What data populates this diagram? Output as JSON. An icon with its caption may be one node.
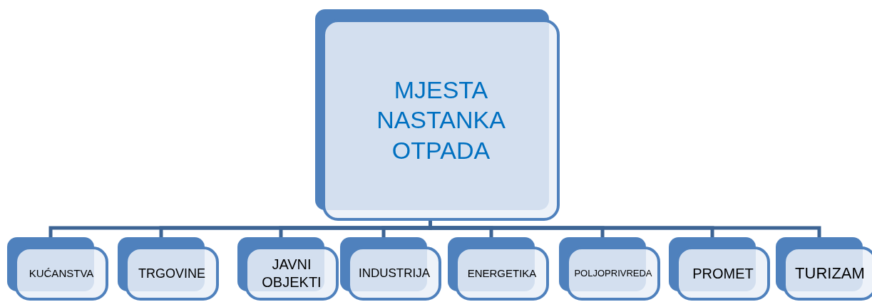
{
  "diagram": {
    "nodes": [
      {
        "text": [
          "MJESTA NASTANKA OTPADA"
        ]
      },
      {
        "text": [
          "KUĆANSTVA"
        ]
      },
      {
        "text": [
          "TRGOVINE"
        ]
      },
      {
        "text": [
          "JAVNI OBJEKTI"
        ]
      },
      {
        "text": [
          "INDUSTRIJA"
        ]
      },
      {
        "text": [
          "ENERGETIKA"
        ]
      },
      {
        "text": [
          "POLJOPRIVREDA"
        ]
      },
      {
        "text": [
          "PROMET"
        ]
      },
      {
        "text": [
          "TURIZAM"
        ]
      }
    ],
    "edges": [
      {
        "from": 0,
        "to": 1,
        "arrow": "none"
      },
      {
        "from": 0,
        "to": 2,
        "arrow": "none"
      },
      {
        "from": 0,
        "to": 3,
        "arrow": "none"
      },
      {
        "from": 0,
        "to": 4,
        "arrow": "none"
      },
      {
        "from": 0,
        "to": 5,
        "arrow": "none"
      },
      {
        "from": 0,
        "to": 6,
        "arrow": "none"
      },
      {
        "from": 0,
        "to": 7,
        "arrow": "none"
      },
      {
        "from": 0,
        "to": 8,
        "arrow": "none"
      }
    ]
  }
}
